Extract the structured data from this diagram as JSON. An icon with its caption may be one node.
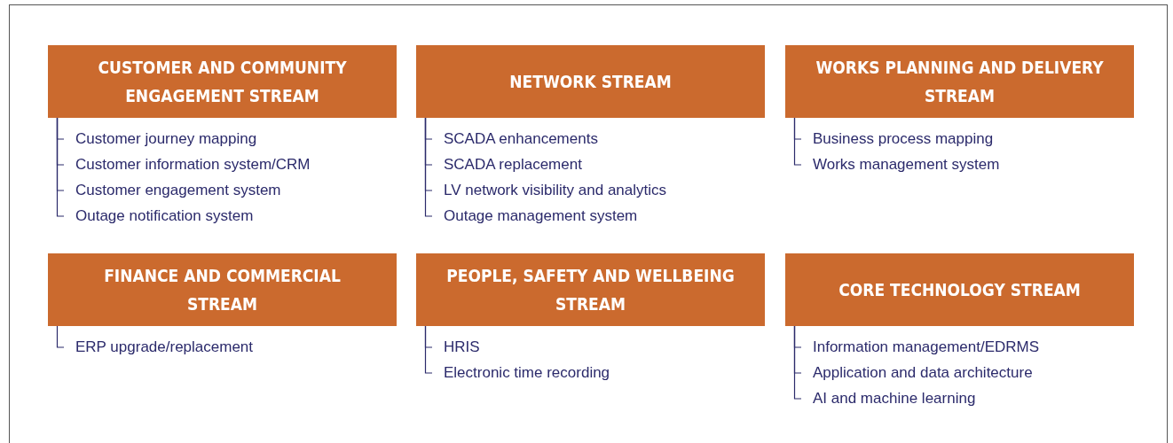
{
  "diagram": {
    "nodes": [
      {
        "text": [
          "CUSTOMER AND COMMUNITY ENGAGEMENT STREAM"
        ]
      },
      {
        "text": [
          "Customer journey mapping"
        ]
      },
      {
        "text": [
          "Customer information system/CRM"
        ]
      },
      {
        "text": [
          "Customer engagement system"
        ]
      },
      {
        "text": [
          "Outage notification system"
        ]
      },
      {
        "text": [
          "NETWORK STREAM"
        ]
      },
      {
        "text": [
          "SCADA enhancements"
        ]
      },
      {
        "text": [
          "SCADA replacement"
        ]
      },
      {
        "text": [
          "LV network visibility and analytics"
        ]
      },
      {
        "text": [
          "Outage management system"
        ]
      },
      {
        "text": [
          "WORKS PLANNING AND DELIVERY STREAM"
        ]
      },
      {
        "text": [
          "Business process mapping"
        ]
      },
      {
        "text": [
          "Works management system"
        ]
      },
      {
        "text": [
          "FINANCE AND COMMERCIAL STREAM"
        ]
      },
      {
        "text": [
          "ERP upgrade/replacement"
        ]
      },
      {
        "text": [
          "PEOPLE, SAFETY AND WELLBEING STREAM"
        ]
      },
      {
        "text": [
          "HRIS"
        ]
      },
      {
        "text": [
          "Electronic time recording"
        ]
      },
      {
        "text": [
          "CORE TECHNOLOGY STREAM"
        ]
      },
      {
        "text": [
          "Information management/EDRMS"
        ]
      },
      {
        "text": [
          "Application and data architecture"
        ]
      },
      {
        "text": [
          "AI and machine learning"
        ]
      }
    ],
    "edges": [
      {
        "from": 0,
        "to": 1,
        "arrow": "none"
      },
      {
        "from": 0,
        "to": 2,
        "arrow": "none"
      },
      {
        "from": 0,
        "to": 3,
        "arrow": "none"
      },
      {
        "from": 0,
        "to": 4,
        "arrow": "none"
      },
      {
        "from": 5,
        "to": 6,
        "arrow": "none"
      },
      {
        "from": 5,
        "to": 7,
        "arrow": "none"
      },
      {
        "from": 5,
        "to": 8,
        "arrow": "none"
      },
      {
        "from": 5,
        "to": 9,
        "arrow": "none"
      },
      {
        "from": 10,
        "to": 11,
        "arrow": "none"
      },
      {
        "from": 10,
        "to": 12,
        "arrow": "none"
      },
      {
        "from": 13,
        "to": 14,
        "arrow": "none"
      },
      {
        "from": 15,
        "to": 16,
        "arrow": "none"
      },
      {
        "from": 15,
        "to": 17,
        "arrow": "none"
      },
      {
        "from": 18,
        "to": 19,
        "arrow": "none"
      },
      {
        "from": 18,
        "to": 20,
        "arrow": "none"
      },
      {
        "from": 18,
        "to": 21,
        "arrow": "none"
      }
    ]
  }
}
